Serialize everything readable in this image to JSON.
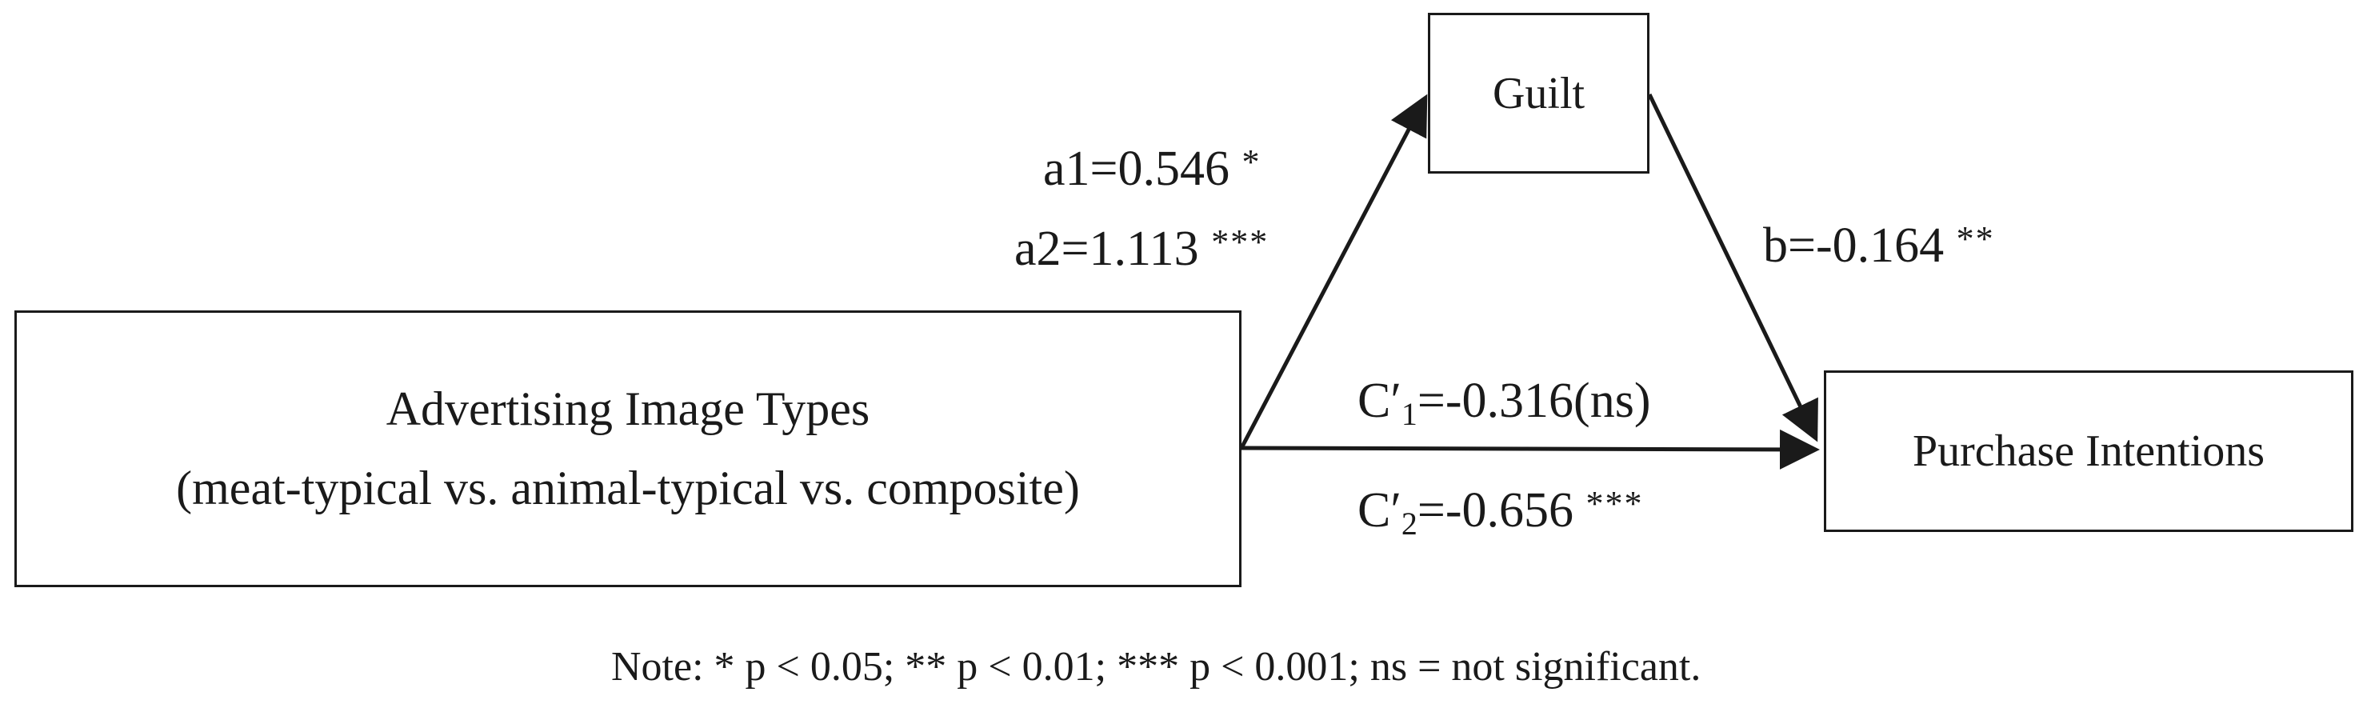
{
  "nodes": {
    "iv": {
      "line1": "Advertising Image Types",
      "line2": "(meat-typical vs. animal-typical vs. composite)"
    },
    "mediator": {
      "label": "Guilt"
    },
    "dv": {
      "label": "Purchase Intentions"
    }
  },
  "paths": {
    "a1": {
      "prefix": "a1=",
      "value": "0.546",
      "sig": "*"
    },
    "a2": {
      "prefix": "a2=",
      "value": "1.113",
      "sig": "***"
    },
    "b": {
      "prefix": "b=",
      "value": "-0.164",
      "sig": "**"
    },
    "c1": {
      "prefix": "C′",
      "sub": "1",
      "value": "=-0.316",
      "sig": "(ns)"
    },
    "c2": {
      "prefix": "C′",
      "sub": "2",
      "value": "=-0.656",
      "sig": "***"
    }
  },
  "note": "Note: * p < 0.05; ** p < 0.01; *** p < 0.001; ns = not significant.",
  "colors": {
    "line": "#1a1a1a",
    "background": "#ffffff"
  }
}
